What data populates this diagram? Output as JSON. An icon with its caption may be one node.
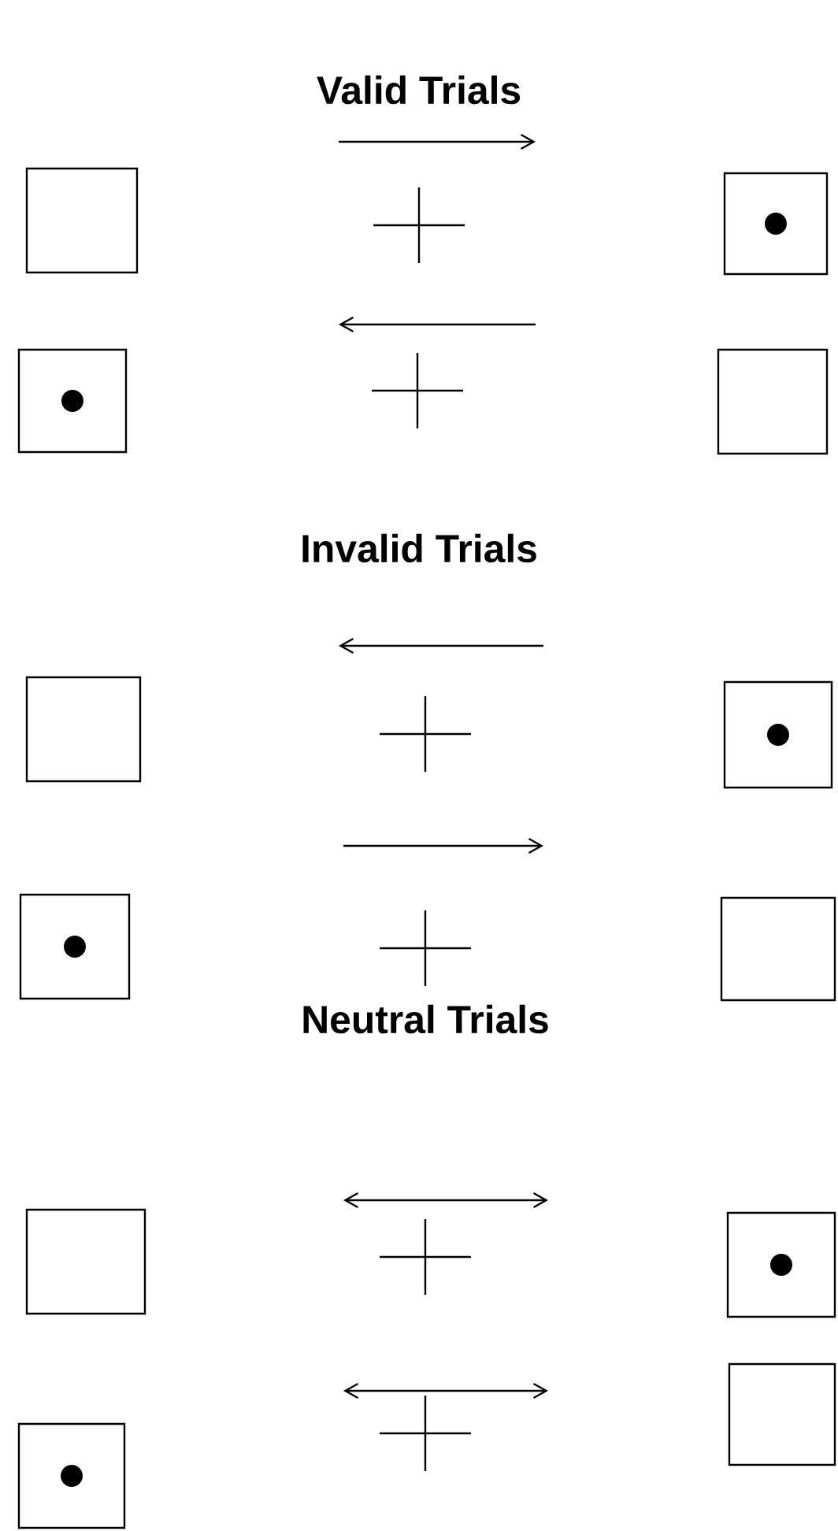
{
  "diagram": {
    "nodes": [
      {
        "text": [],
        "shape": "box"
      },
      {
        "text": [],
        "shape": "box"
      },
      {
        "text": [],
        "shape": "circle",
        "in": 1
      },
      {
        "text": [],
        "shape": "box"
      },
      {
        "text": [],
        "shape": "circle",
        "in": 3
      },
      {
        "text": [],
        "shape": "box"
      },
      {
        "text": [],
        "shape": "box"
      },
      {
        "text": [],
        "shape": "box"
      },
      {
        "text": [],
        "shape": "circle",
        "in": 7
      },
      {
        "text": [],
        "shape": "box"
      },
      {
        "text": [],
        "shape": "circle",
        "in": 9
      },
      {
        "text": [],
        "shape": "box"
      },
      {
        "text": [],
        "shape": "box"
      },
      {
        "text": [],
        "shape": "box"
      },
      {
        "text": [],
        "shape": "circle",
        "in": 13
      },
      {
        "text": [],
        "shape": "box"
      },
      {
        "text": [],
        "shape": "circle",
        "in": 15
      },
      {
        "text": [],
        "shape": "box"
      }
    ],
    "labels": [
      "Valid Trials",
      "Invalid Trials",
      "Neutral Trials"
    ]
  }
}
